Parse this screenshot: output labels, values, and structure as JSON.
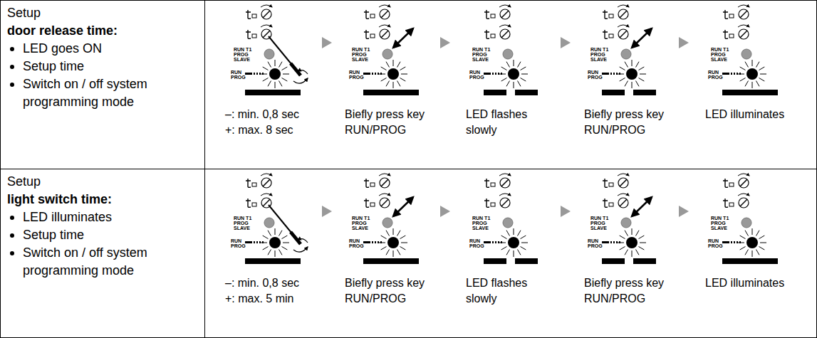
{
  "diagram": {
    "labels": [
      "Setup",
      "door release time:",
      "LED goes ON",
      "Setup time",
      "Switch on / off system programming mode",
      "–: min. 0,8 sec",
      "+: max. 8 sec",
      "Biefly press key RUN/PROG",
      "LED flashes slowly",
      "Biefly press key RUN/PROG",
      "LED illuminates",
      "RUN T1 PROG SLAVE",
      "RUN PROG",
      "RUN T1 PROG SLAVE",
      "RUN PROG",
      "RUN T1 PROG SLAVE",
      "RUN PROG",
      "RUN T1 PROG SLAVE",
      "RUN PROG",
      "RUN T1 PROG SLAVE",
      "RUN PROG",
      "Setup",
      "light switch time:",
      "LED illuminates",
      "Setup time",
      "Switch on / off system programming mode",
      "–: min. 0,8 sec",
      "+: max. 5 min",
      "Biefly press key RUN/PROG",
      "LED flashes slowly",
      "Biefly press key RUN/PROG",
      "LED illuminates",
      "RUN T1 PROG SLAVE",
      "RUN PROG",
      "RUN T1 PROG SLAVE",
      "RUN PROG",
      "RUN T1 PROG SLAVE",
      "RUN PROG",
      "RUN T1 PROG SLAVE",
      "RUN PROG",
      "RUN T1 PROG SLAVE",
      "RUN PROG"
    ]
  }
}
